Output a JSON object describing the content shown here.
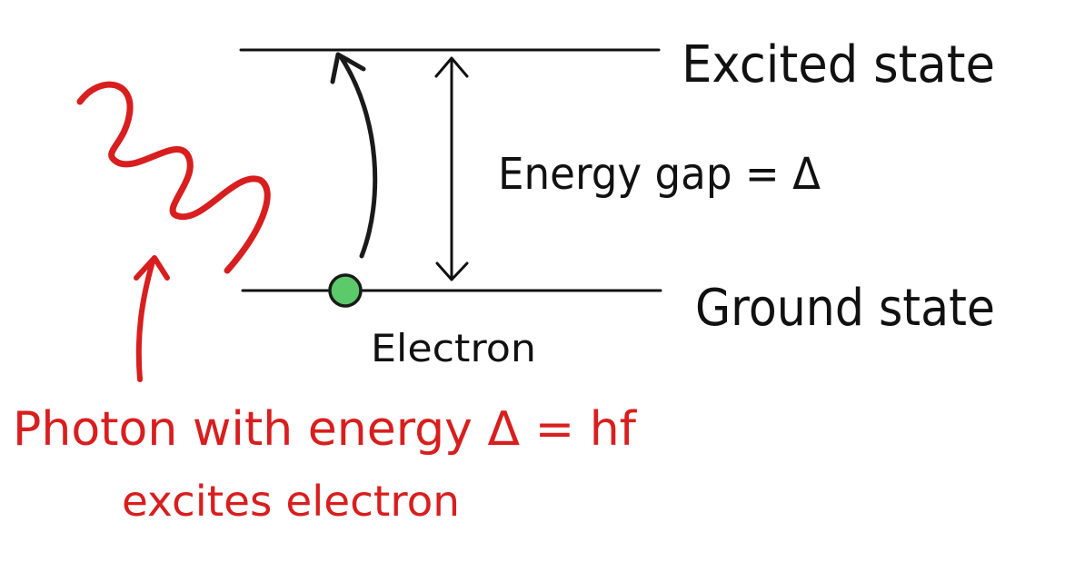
{
  "diagram": {
    "levels": {
      "excited_label": "Excited state",
      "ground_label": "Ground state"
    },
    "gap_label": "Energy gap = Δ",
    "electron_label": "Electron",
    "photon_caption": {
      "line1": "Photon with energy Δ = hf",
      "line2": "excites electron"
    },
    "colors": {
      "ink": "#111111",
      "photon": "#d81e1e",
      "electron_fill": "#5cc96a",
      "electron_outline": "#1a1a1a"
    }
  }
}
